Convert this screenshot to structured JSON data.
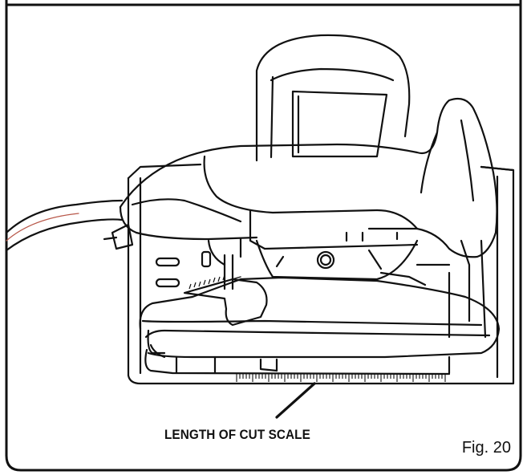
{
  "figure": {
    "callout_label": "LENGTH OF CUT SCALE",
    "figure_number": "Fig. 20"
  },
  "icons": {
    "illustration": "circular-saw-illustration"
  },
  "colors": {
    "line": "#111111",
    "background": "#ffffff",
    "cord_accent": "#b8584a"
  }
}
